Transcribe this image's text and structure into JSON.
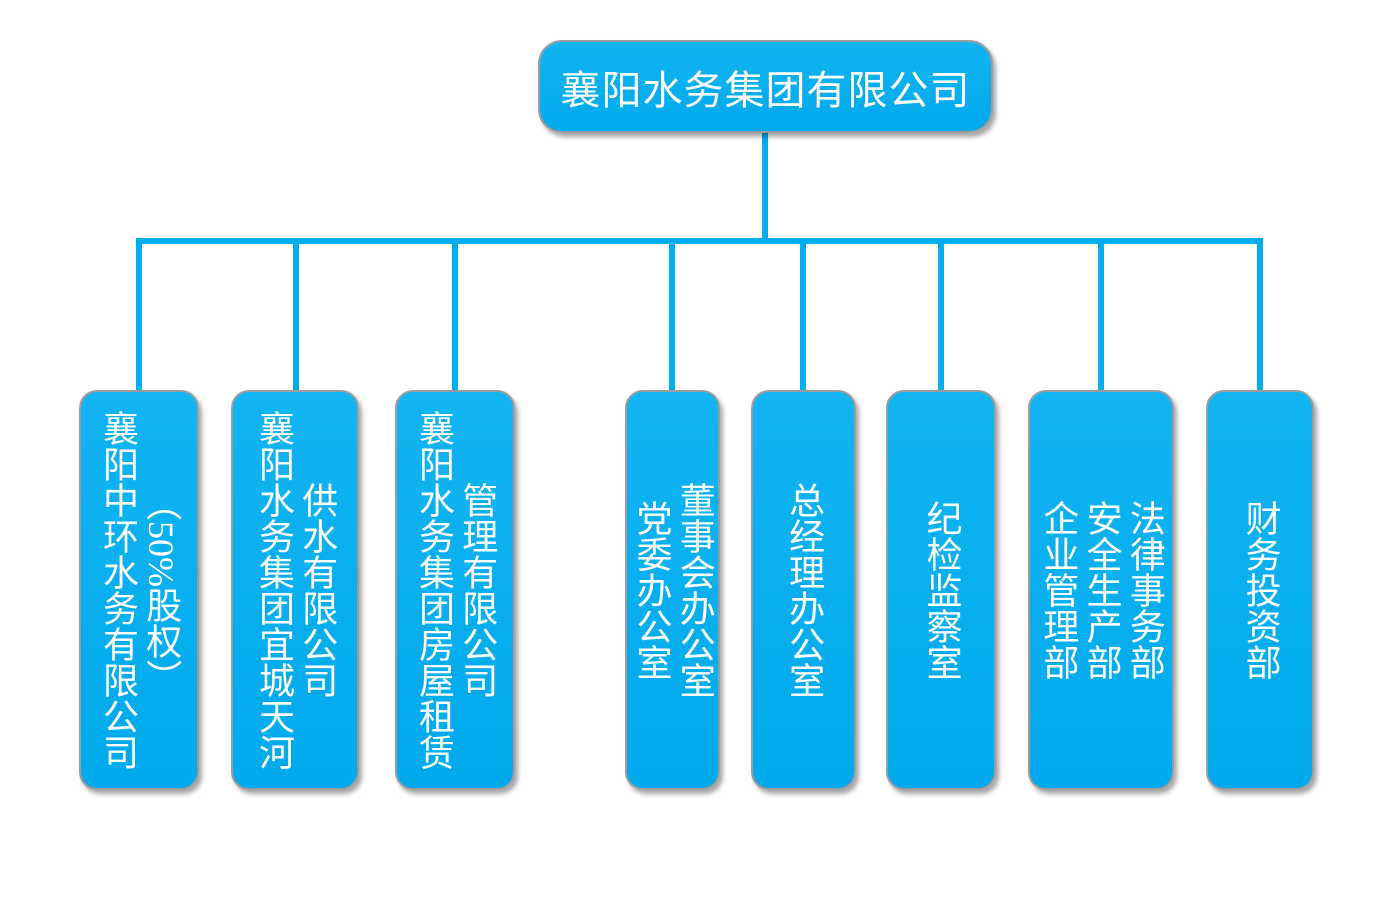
{
  "org": {
    "root": {
      "label": "襄阳水务集团有限公司"
    },
    "children": [
      {
        "label": "襄阳中环水务有限公司\n（50%股权）"
      },
      {
        "label": "襄阳水务集团宜城天河\n供水有限公司"
      },
      {
        "label": "襄阳水务集团房屋租赁\n管理有限公司"
      },
      {
        "label": "党委办公室\n董事会办公室"
      },
      {
        "label": "总经理办公室"
      },
      {
        "label": "纪检监察室"
      },
      {
        "label": "企业管理部\n安全生产部\n法律事务部"
      },
      {
        "label": "财务投资部"
      }
    ]
  },
  "colors": {
    "node_fill": "#00AEEF",
    "connector": "#00AEEF",
    "node_border": "#9C9C9C",
    "text": "#FFFFFF",
    "background": "#FFFFFF"
  }
}
